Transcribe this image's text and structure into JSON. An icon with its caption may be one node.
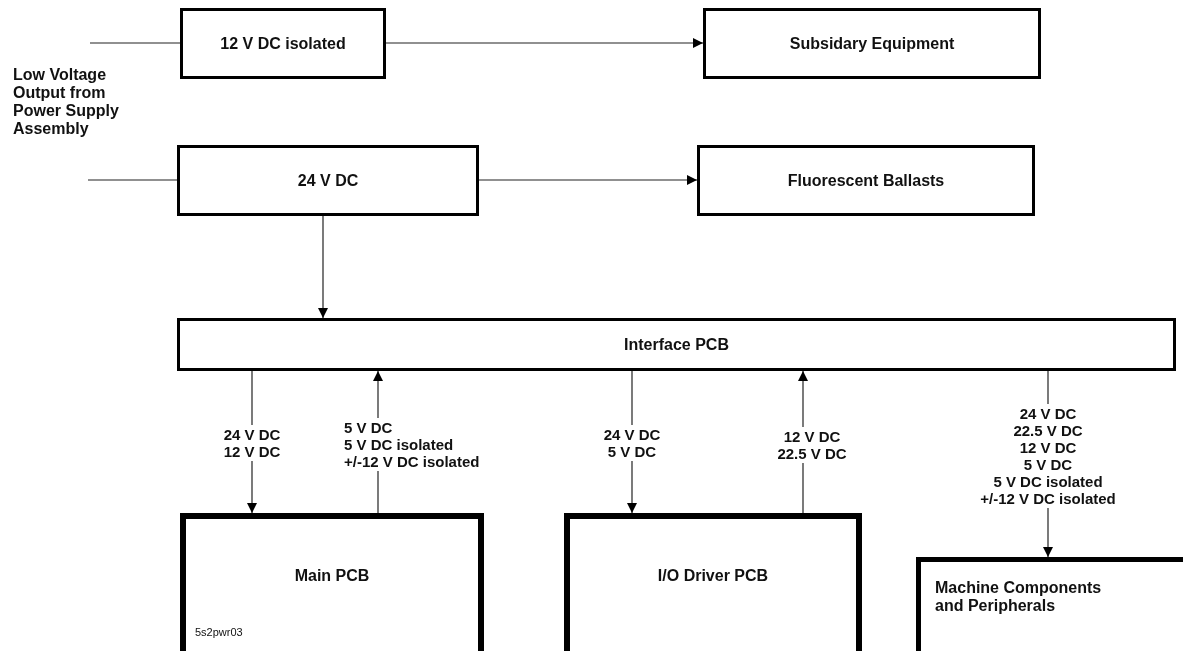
{
  "diagram": {
    "nodes": [
      {
        "text": [
          "12 V DC isolated"
        ]
      },
      {
        "text": [
          "Subsidary Equipment"
        ]
      },
      {
        "text": [
          "24 V DC"
        ]
      },
      {
        "text": [
          "Fluorescent Ballasts"
        ]
      },
      {
        "text": [
          "Interface PCB"
        ]
      },
      {
        "text": [
          "Main PCB"
        ]
      },
      {
        "text": [
          "I/O Driver PCB"
        ]
      },
      {
        "text": [
          "Machine Components and Peripherals"
        ]
      }
    ],
    "edges": [
      {
        "from": null,
        "to": 0,
        "arrow": "none"
      },
      {
        "from": 0,
        "to": 1,
        "arrow": "to"
      },
      {
        "from": null,
        "to": 2,
        "arrow": "none"
      },
      {
        "from": 2,
        "to": 3,
        "arrow": "to"
      },
      {
        "from": 2,
        "to": 4,
        "arrow": "to"
      },
      {
        "from": 4,
        "to": 5,
        "arrow": "to",
        "label": "24 V DC 12 V DC"
      },
      {
        "from": 5,
        "to": 4,
        "arrow": "to",
        "label": "5 V DC 5 V DC isolated +/-12 V DC isolated"
      },
      {
        "from": 4,
        "to": 6,
        "arrow": "to",
        "label": "24 V DC 5 V DC"
      },
      {
        "from": 6,
        "to": 4,
        "arrow": "to",
        "label": "12 V DC 22.5 V DC"
      },
      {
        "from": 4,
        "to": 7,
        "arrow": "to",
        "label": "24 V DC 22.5 V DC 12 V DC 5 V DC 5 V DC isolated +/-12 V DC isolated"
      }
    ],
    "labels": [
      "Low Voltage Output from Power Supply Assembly",
      "5s2pwr03"
    ]
  }
}
